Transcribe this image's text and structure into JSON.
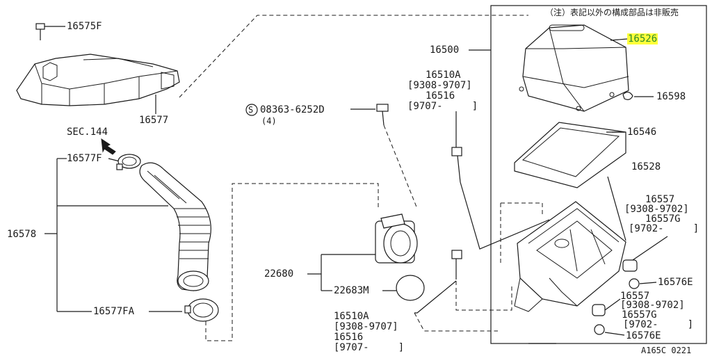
{
  "note": "（注）表記以外の構成部品は非販売",
  "sec": "SEC.144",
  "screw_circle_letter": "S",
  "labels": {
    "p16575F": "16575F",
    "p16577": "16577",
    "p16577F": "16577F",
    "p16578": "16578",
    "p16577FA": "16577FA",
    "p08363": "08363-6252D",
    "p08363_qty": "(4)",
    "p16500": "16500",
    "p16510A_top": "16510A",
    "p16510A_top_range": "[9308-9707]",
    "p16516_top": "16516",
    "p16516_top_range": "[9707-     ]",
    "p16526": "16526",
    "p16598": "16598",
    "p16546": "16546",
    "p16528": "16528",
    "p16557_top": "16557",
    "p16557_top_range": "[9308-9702]",
    "p16557G_top": "16557G",
    "p16557G_top_range": "[9702-     ]",
    "p22680": "22680",
    "p22683M": "22683M",
    "p16576E_top": "16576E",
    "p16557_bot": "16557",
    "p16557_bot_range": "[9308-9702]",
    "p16557G_bot": "16557G",
    "p16557G_bot_range": "[9702-     ]",
    "p16576E_bot": "16576E",
    "p16510A_bot": "16510A",
    "p16510A_bot_range": "[9308-9707]",
    "p16516_bot": "16516",
    "p16516_bot_range": "[9707-     ]",
    "drawing_code": "A165C 0221"
  },
  "colors": {
    "ink": "#1a1a1a",
    "highlight_bg": "#ffff3a",
    "highlight_text": "#2a8a2a"
  }
}
